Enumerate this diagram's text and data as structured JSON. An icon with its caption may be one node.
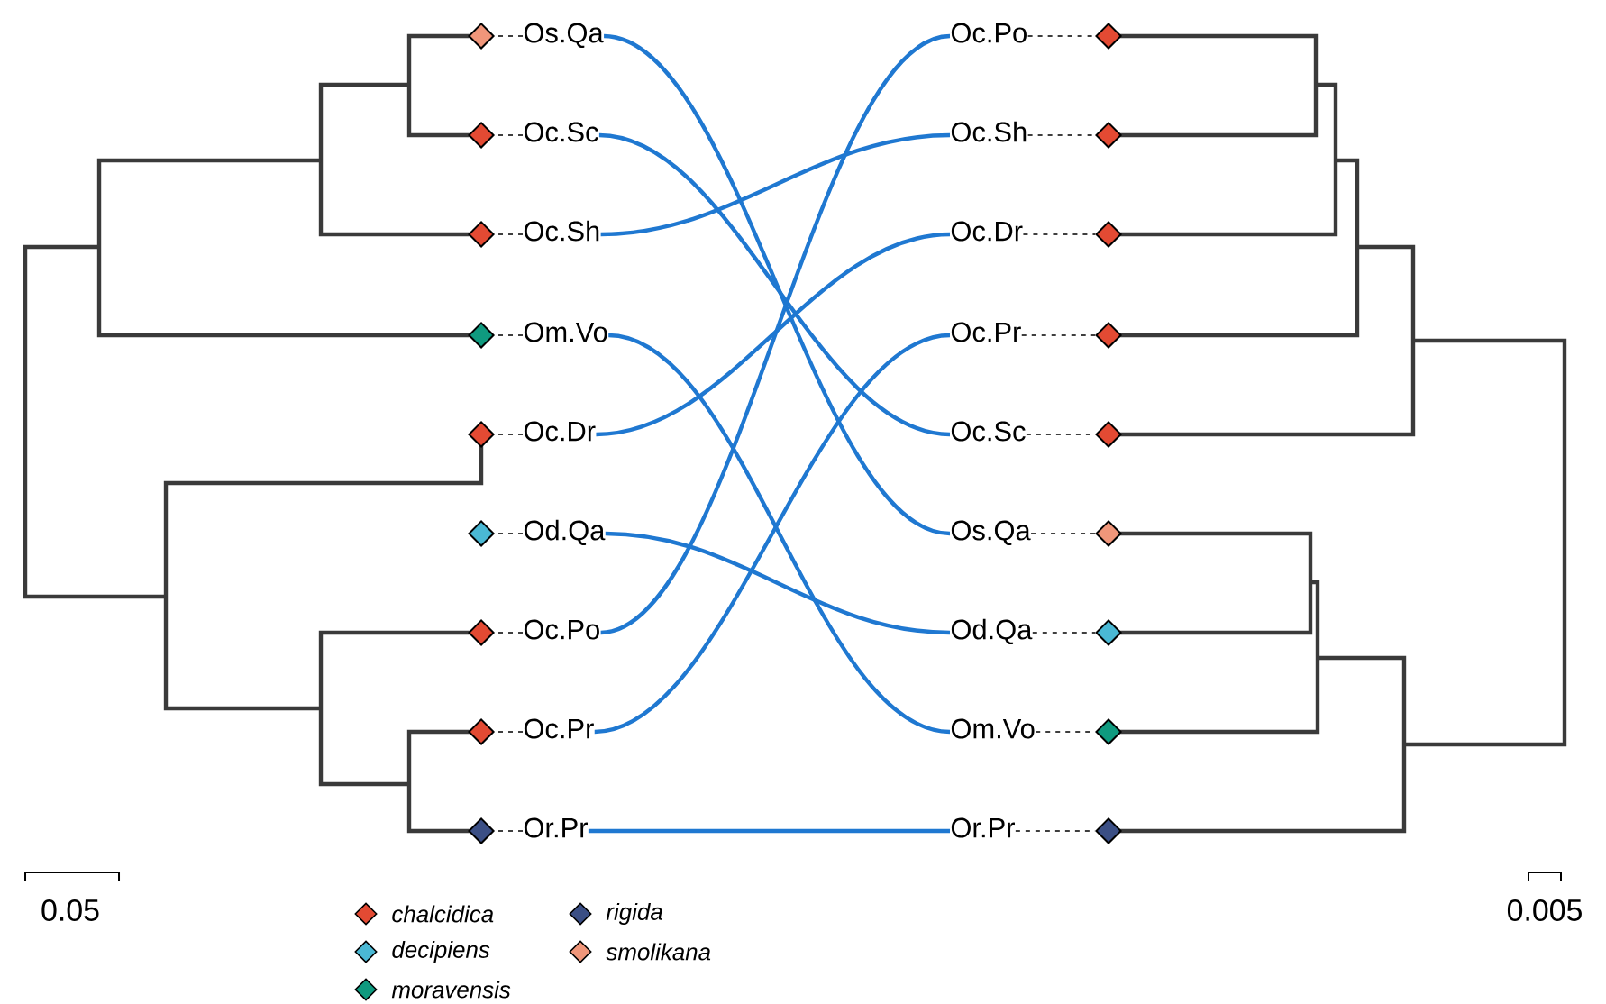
{
  "diagram": {
    "nodes": [
      {
        "text": [
          "Os.Qa"
        ]
      },
      {
        "text": [
          "Oc.Sc"
        ]
      },
      {
        "text": [
          "Oc.Sh"
        ]
      },
      {
        "text": [
          "Om.Vo"
        ]
      },
      {
        "text": [
          "Oc.Dr"
        ]
      },
      {
        "text": [
          "Od.Qa"
        ]
      },
      {
        "text": [
          "Oc.Po"
        ]
      },
      {
        "text": [
          "Oc.Pr"
        ]
      },
      {
        "text": [
          "Or.Pr"
        ]
      },
      {
        "text": [
          "Oc.Po"
        ]
      },
      {
        "text": [
          "Oc.Sh"
        ]
      },
      {
        "text": [
          "Oc.Dr"
        ]
      },
      {
        "text": [
          "Oc.Pr"
        ]
      },
      {
        "text": [
          "Oc.Sc"
        ]
      },
      {
        "text": [
          "Os.Qa"
        ]
      },
      {
        "text": [
          "Od.Qa"
        ]
      },
      {
        "text": [
          "Om.Vo"
        ]
      },
      {
        "text": [
          "Or.Pr"
        ]
      },
      {
        "text": [],
        "shape": "diamond"
      },
      {
        "text": [],
        "shape": "diamond"
      },
      {
        "text": [],
        "shape": "diamond"
      },
      {
        "text": [],
        "shape": "diamond"
      },
      {
        "text": [],
        "shape": "diamond"
      },
      {
        "text": [],
        "shape": "diamond"
      },
      {
        "text": [],
        "shape": "diamond"
      },
      {
        "text": [],
        "shape": "diamond"
      },
      {
        "text": [],
        "shape": "diamond"
      },
      {
        "text": [],
        "shape": "diamond"
      },
      {
        "text": [],
        "shape": "diamond"
      },
      {
        "text": [],
        "shape": "diamond"
      },
      {
        "text": [],
        "shape": "diamond"
      },
      {
        "text": [],
        "shape": "diamond"
      },
      {
        "text": [],
        "shape": "diamond"
      },
      {
        "text": [],
        "shape": "diamond"
      },
      {
        "text": [],
        "shape": "diamond"
      },
      {
        "text": [],
        "shape": "diamond"
      }
    ],
    "edges": [
      {
        "from": 0,
        "to": 14,
        "arrow": "none",
        "color": "#1f78d1"
      },
      {
        "from": 1,
        "to": 13,
        "arrow": "none",
        "color": "#1f78d1"
      },
      {
        "from": 2,
        "to": 10,
        "arrow": "none",
        "color": "#1f78d1"
      },
      {
        "from": 3,
        "to": 16,
        "arrow": "none",
        "color": "#1f78d1"
      },
      {
        "from": 4,
        "to": 11,
        "arrow": "none",
        "color": "#1f78d1"
      },
      {
        "from": 5,
        "to": 15,
        "arrow": "none",
        "color": "#1f78d1"
      },
      {
        "from": 6,
        "to": 9,
        "arrow": "none",
        "color": "#1f78d1"
      },
      {
        "from": 7,
        "to": 12,
        "arrow": "none",
        "color": "#1f78d1"
      },
      {
        "from": 8,
        "to": 17,
        "arrow": "none",
        "color": "#1f78d1"
      },
      {
        "from": 0,
        "to": 18,
        "arrow": "none",
        "style": "dashed"
      },
      {
        "from": 1,
        "to": 19,
        "arrow": "none",
        "style": "dashed"
      },
      {
        "from": 2,
        "to": 20,
        "arrow": "none",
        "style": "dashed"
      },
      {
        "from": 3,
        "to": 21,
        "arrow": "none",
        "style": "dashed"
      },
      {
        "from": 4,
        "to": 22,
        "arrow": "none",
        "style": "dashed"
      },
      {
        "from": 5,
        "to": 23,
        "arrow": "none",
        "style": "dashed"
      },
      {
        "from": 6,
        "to": 24,
        "arrow": "none",
        "style": "dashed"
      },
      {
        "from": 7,
        "to": 25,
        "arrow": "none",
        "style": "dashed"
      },
      {
        "from": 8,
        "to": 26,
        "arrow": "none",
        "style": "dashed"
      },
      {
        "from": 9,
        "to": 27,
        "arrow": "none",
        "style": "dashed"
      },
      {
        "from": 10,
        "to": 28,
        "arrow": "none",
        "style": "dashed"
      },
      {
        "from": 11,
        "to": 29,
        "arrow": "none",
        "style": "dashed"
      },
      {
        "from": 12,
        "to": 30,
        "arrow": "none",
        "style": "dashed"
      },
      {
        "from": 13,
        "to": 31,
        "arrow": "none",
        "style": "dashed"
      },
      {
        "from": 14,
        "to": 32,
        "arrow": "none",
        "style": "dashed"
      },
      {
        "from": 15,
        "to": 33,
        "arrow": "none",
        "style": "dashed"
      },
      {
        "from": 16,
        "to": 34,
        "arrow": "none",
        "style": "dashed"
      },
      {
        "from": 17,
        "to": 35,
        "arrow": "none",
        "style": "dashed"
      }
    ],
    "labels": [
      "0.05",
      "0.005"
    ],
    "legend": [
      {
        "text": "chalcidica",
        "color": "#e34a33"
      },
      {
        "text": "decipiens",
        "color": "#4ab8d4"
      },
      {
        "text": "moravensis",
        "color": "#0f9a7f"
      },
      {
        "text": "rigida",
        "color": "#3b4f85"
      },
      {
        "text": "smolikana",
        "color": "#f0967a"
      }
    ]
  }
}
